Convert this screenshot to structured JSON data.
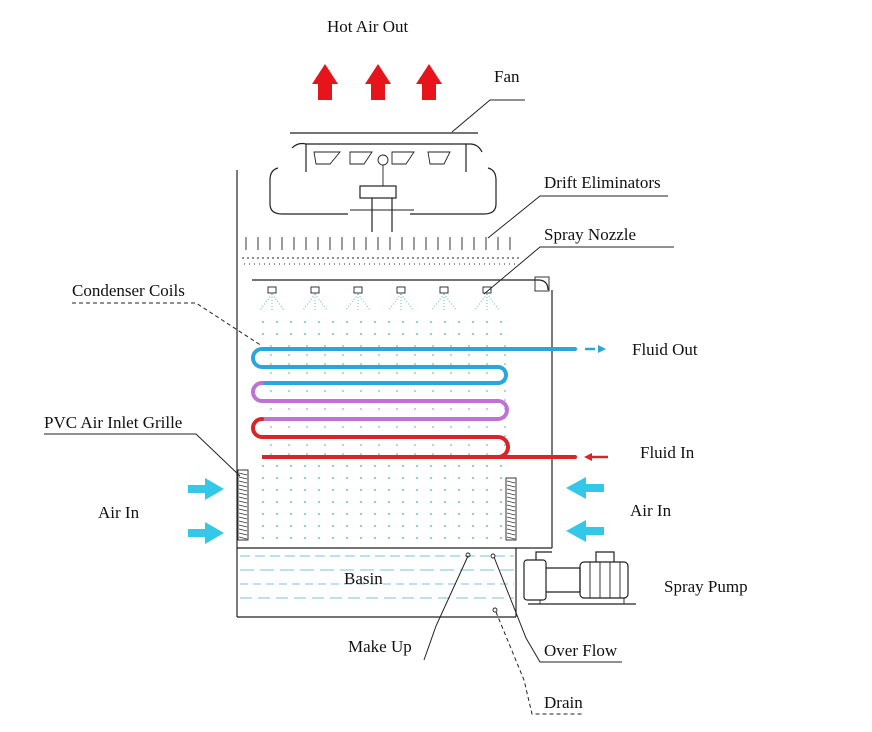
{
  "labels": {
    "hot_air_out": "Hot Air Out",
    "fan": "Fan",
    "drift_eliminators": "Drift Eliminators",
    "spray_nozzle": "Spray Nozzle",
    "condenser_coils": "Condenser Coils",
    "fluid_out": "Fluid Out",
    "fluid_in": "Fluid In",
    "pvc_air_inlet_grille": "PVC Air Inlet Grille",
    "air_in_left": "Air In",
    "air_in_right": "Air In",
    "basin": "Basin",
    "spray_pump": "Spray Pump",
    "make_up": "Make Up",
    "over_flow": "Over Flow",
    "drain": "Drain"
  },
  "colors": {
    "hot_air_arrow": "#e8141c",
    "air_in_arrow": "#33c8e8",
    "fluid_out_coil": "#2aa6dc",
    "middle_coil": "#c071d6",
    "fluid_in_coil": "#d8242a",
    "spray_dots": "#3fb39a",
    "basin_water": "#7dbfd8"
  }
}
